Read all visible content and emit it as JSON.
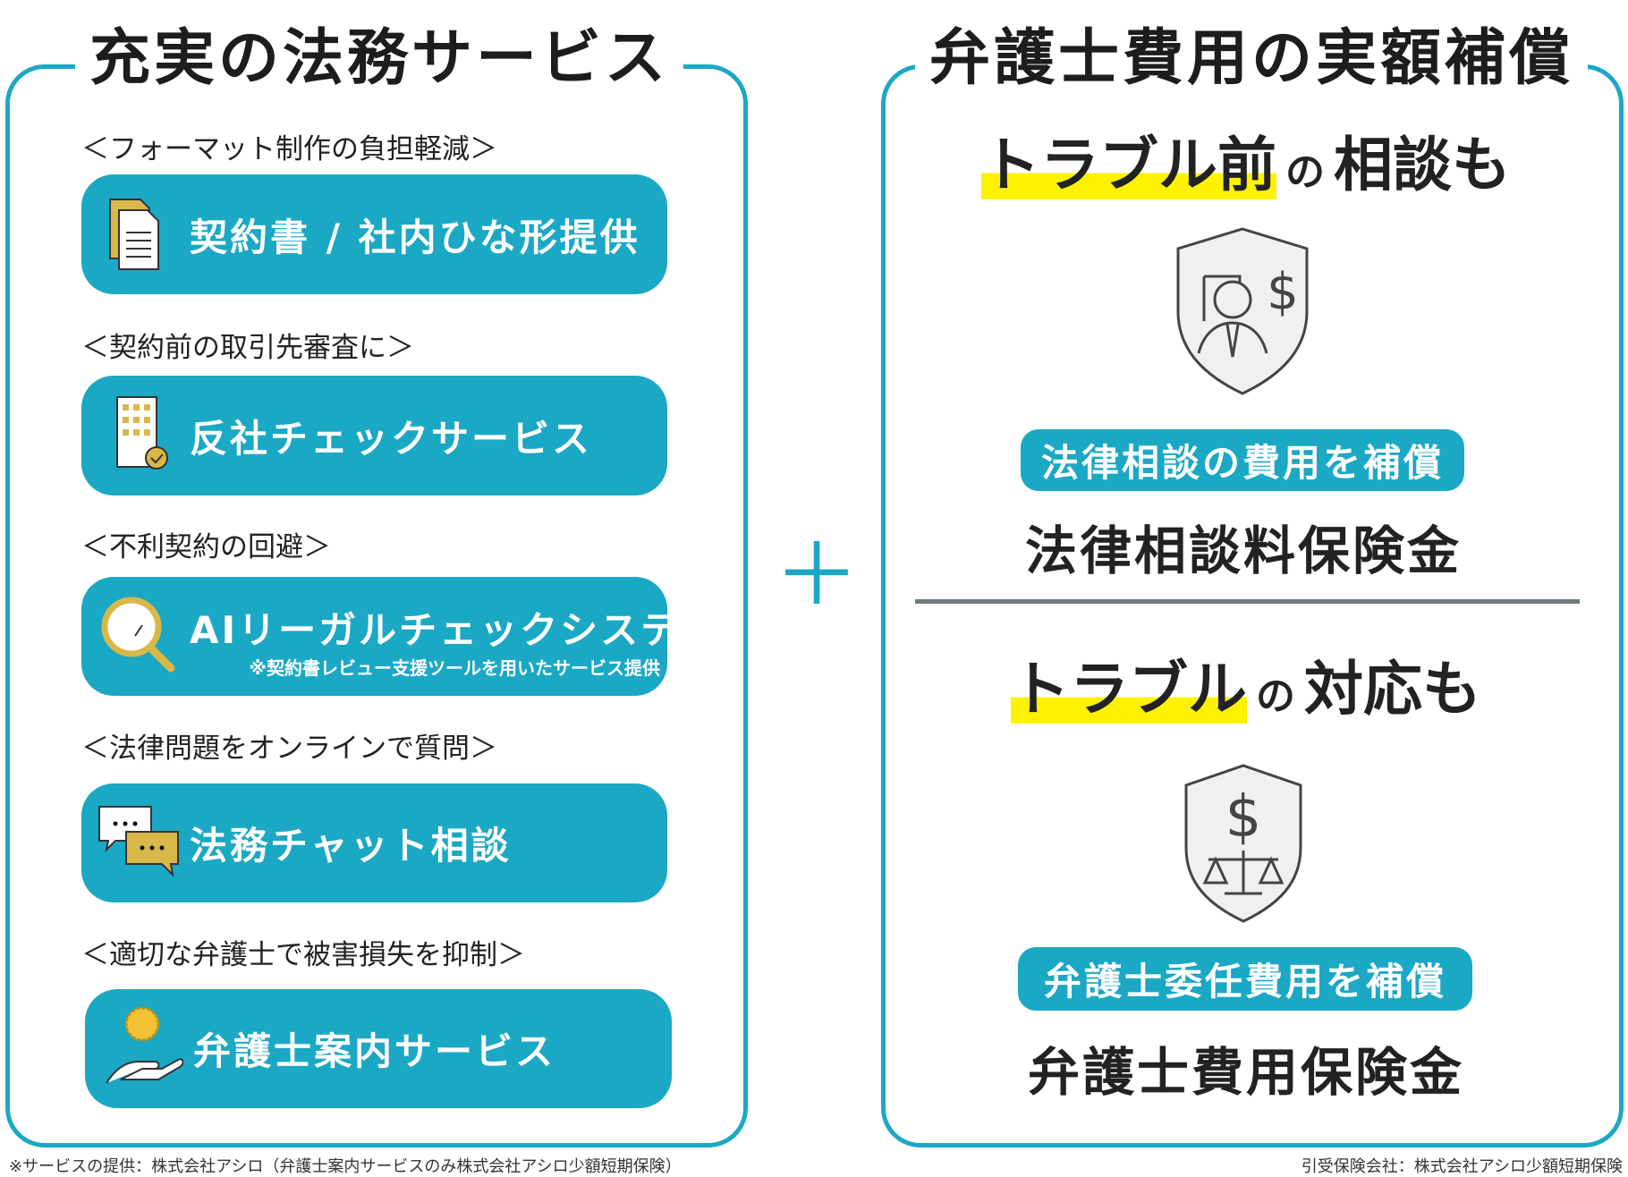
{
  "left": {
    "title": "充実の法務サービス",
    "items": [
      {
        "label": "＜フォーマット制作の負担軽減＞",
        "button": "契約書 / 社内ひな形提供",
        "icon": "document-icon"
      },
      {
        "label": "＜契約前の取引先審査に＞",
        "button": "反社チェックサービス",
        "icon": "building-check-icon"
      },
      {
        "label": "＜不利契約の回避＞",
        "button": "AIリーガルチェックシステム",
        "mark": "※",
        "note": "※契約書レビュー支援ツールを用いたサービス提供",
        "icon": "magnifier-icon"
      },
      {
        "label": "＜法律問題をオンラインで質問＞",
        "button": "法務チャット相談",
        "icon": "chat-icon"
      },
      {
        "label": "＜適切な弁護士で被害損失を抑制＞",
        "button": "弁護士案内サービス",
        "icon": "hand-badge-icon"
      }
    ]
  },
  "plus": "＋",
  "right": {
    "title": "弁護士費用の実額補償",
    "section1": {
      "head_hl": "トラブル前",
      "head_small": "の",
      "head_rest": "相談も",
      "pill": "法律相談の費用を補償",
      "name": "法律相談料保険金"
    },
    "section2": {
      "head_hl": "トラブル",
      "head_small": "の",
      "head_rest": "対応も",
      "pill": "弁護士委任費用を補償",
      "name": "弁護士費用保険金"
    }
  },
  "footer": {
    "left": "※サービスの提供：株式会社アシロ（弁護士案内サービスのみ株式会社アシロ少額短期保険）",
    "right": "引受保険会社：株式会社アシロ少額短期保険"
  },
  "colors": {
    "accent": "#1ba8c4",
    "highlight": "#fff200",
    "divider": "#6e7b7d"
  }
}
